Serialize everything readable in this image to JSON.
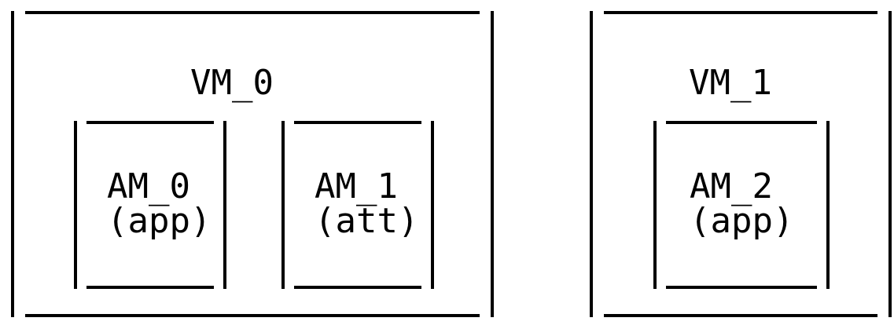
{
  "vms": [
    {
      "name": "VM_0",
      "ams": [
        {
          "name": "AM_0",
          "role": "(app)"
        },
        {
          "name": "AM_1",
          "role": "(att)"
        }
      ]
    },
    {
      "name": "VM_1",
      "ams": [
        {
          "name": "AM_2",
          "role": "(app)"
        }
      ]
    }
  ]
}
